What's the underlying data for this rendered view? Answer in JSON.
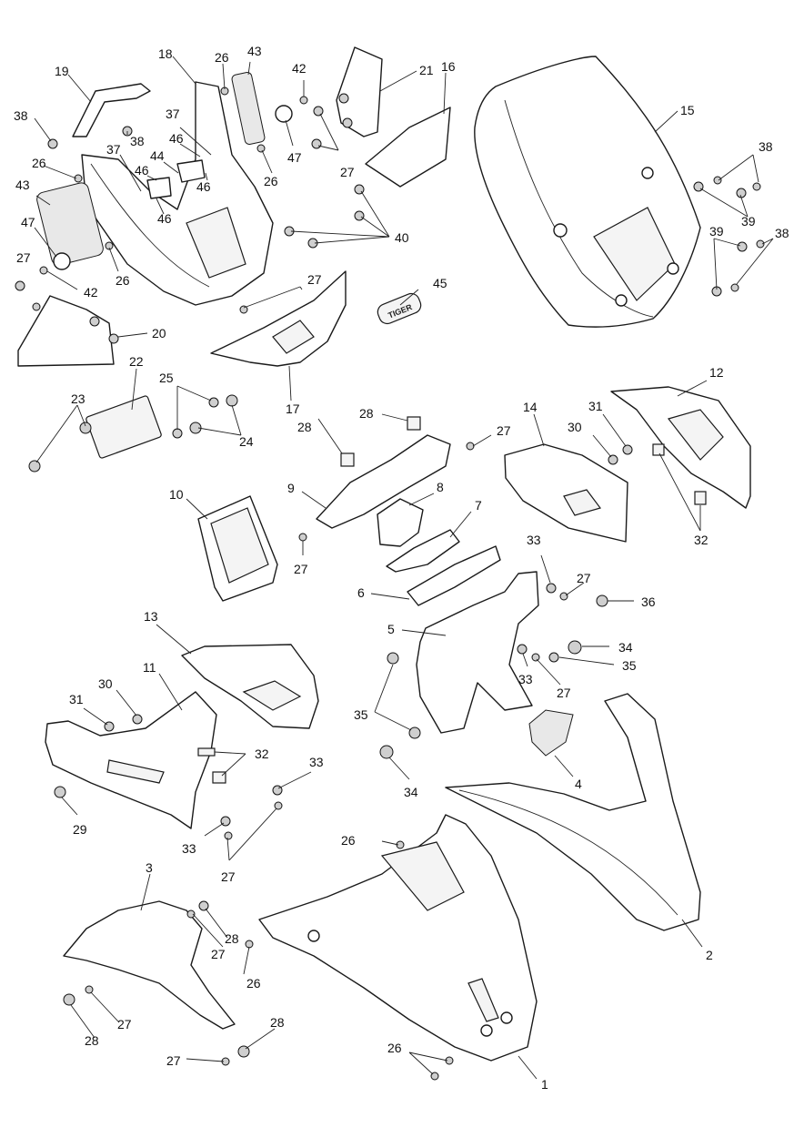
{
  "badge_text": "TIGER",
  "callouts": [
    {
      "id": "c1",
      "label": "1"
    },
    {
      "id": "c2",
      "label": "2"
    },
    {
      "id": "c3",
      "label": "3"
    },
    {
      "id": "c4",
      "label": "4"
    },
    {
      "id": "c5",
      "label": "5"
    },
    {
      "id": "c6",
      "label": "6"
    },
    {
      "id": "c7",
      "label": "7"
    },
    {
      "id": "c8",
      "label": "8"
    },
    {
      "id": "c9",
      "label": "9"
    },
    {
      "id": "c10",
      "label": "10"
    },
    {
      "id": "c11",
      "label": "11"
    },
    {
      "id": "c12",
      "label": "12"
    },
    {
      "id": "c13",
      "label": "13"
    },
    {
      "id": "c14",
      "label": "14"
    },
    {
      "id": "c15",
      "label": "15"
    },
    {
      "id": "c16",
      "label": "16"
    },
    {
      "id": "c17",
      "label": "17"
    },
    {
      "id": "c18",
      "label": "18"
    },
    {
      "id": "c19",
      "label": "19"
    },
    {
      "id": "c20",
      "label": "20"
    },
    {
      "id": "c21",
      "label": "21"
    },
    {
      "id": "c22",
      "label": "22"
    },
    {
      "id": "c23",
      "label": "23"
    },
    {
      "id": "c24",
      "label": "24"
    },
    {
      "id": "c25",
      "label": "25"
    },
    {
      "id": "c26a",
      "label": "26"
    },
    {
      "id": "c26b",
      "label": "26"
    },
    {
      "id": "c26c",
      "label": "26"
    },
    {
      "id": "c26d",
      "label": "26"
    },
    {
      "id": "c26e",
      "label": "26"
    },
    {
      "id": "c26f",
      "label": "26"
    },
    {
      "id": "c26g",
      "label": "26"
    },
    {
      "id": "c27a",
      "label": "27"
    },
    {
      "id": "c27b",
      "label": "27"
    },
    {
      "id": "c27c",
      "label": "27"
    },
    {
      "id": "c27d",
      "label": "27"
    },
    {
      "id": "c27e",
      "label": "27"
    },
    {
      "id": "c27f",
      "label": "27"
    },
    {
      "id": "c27g",
      "label": "27"
    },
    {
      "id": "c27h",
      "label": "27"
    },
    {
      "id": "c27i",
      "label": "27"
    },
    {
      "id": "c27j",
      "label": "27"
    },
    {
      "id": "c27k",
      "label": "27"
    },
    {
      "id": "c28a",
      "label": "28"
    },
    {
      "id": "c28b",
      "label": "28"
    },
    {
      "id": "c28c",
      "label": "28"
    },
    {
      "id": "c28d",
      "label": "28"
    },
    {
      "id": "c28e",
      "label": "28"
    },
    {
      "id": "c29",
      "label": "29"
    },
    {
      "id": "c30a",
      "label": "30"
    },
    {
      "id": "c30b",
      "label": "30"
    },
    {
      "id": "c31a",
      "label": "31"
    },
    {
      "id": "c31b",
      "label": "31"
    },
    {
      "id": "c32a",
      "label": "32"
    },
    {
      "id": "c32b",
      "label": "32"
    },
    {
      "id": "c33a",
      "label": "33"
    },
    {
      "id": "c33b",
      "label": "33"
    },
    {
      "id": "c33c",
      "label": "33"
    },
    {
      "id": "c33d",
      "label": "33"
    },
    {
      "id": "c34a",
      "label": "34"
    },
    {
      "id": "c34b",
      "label": "34"
    },
    {
      "id": "c35a",
      "label": "35"
    },
    {
      "id": "c35b",
      "label": "35"
    },
    {
      "id": "c36",
      "label": "36"
    },
    {
      "id": "c37a",
      "label": "37"
    },
    {
      "id": "c37b",
      "label": "37"
    },
    {
      "id": "c38a",
      "label": "38"
    },
    {
      "id": "c38b",
      "label": "38"
    },
    {
      "id": "c38c",
      "label": "38"
    },
    {
      "id": "c38d",
      "label": "38"
    },
    {
      "id": "c39a",
      "label": "39"
    },
    {
      "id": "c39b",
      "label": "39"
    },
    {
      "id": "c40",
      "label": "40"
    },
    {
      "id": "c42a",
      "label": "42"
    },
    {
      "id": "c42b",
      "label": "42"
    },
    {
      "id": "c43a",
      "label": "43"
    },
    {
      "id": "c43b",
      "label": "43"
    },
    {
      "id": "c44",
      "label": "44"
    },
    {
      "id": "c45",
      "label": "45"
    },
    {
      "id": "c46a",
      "label": "46"
    },
    {
      "id": "c46b",
      "label": "46"
    },
    {
      "id": "c46c",
      "label": "46"
    },
    {
      "id": "c46d",
      "label": "46"
    },
    {
      "id": "c47a",
      "label": "47"
    },
    {
      "id": "c47b",
      "label": "47"
    }
  ]
}
